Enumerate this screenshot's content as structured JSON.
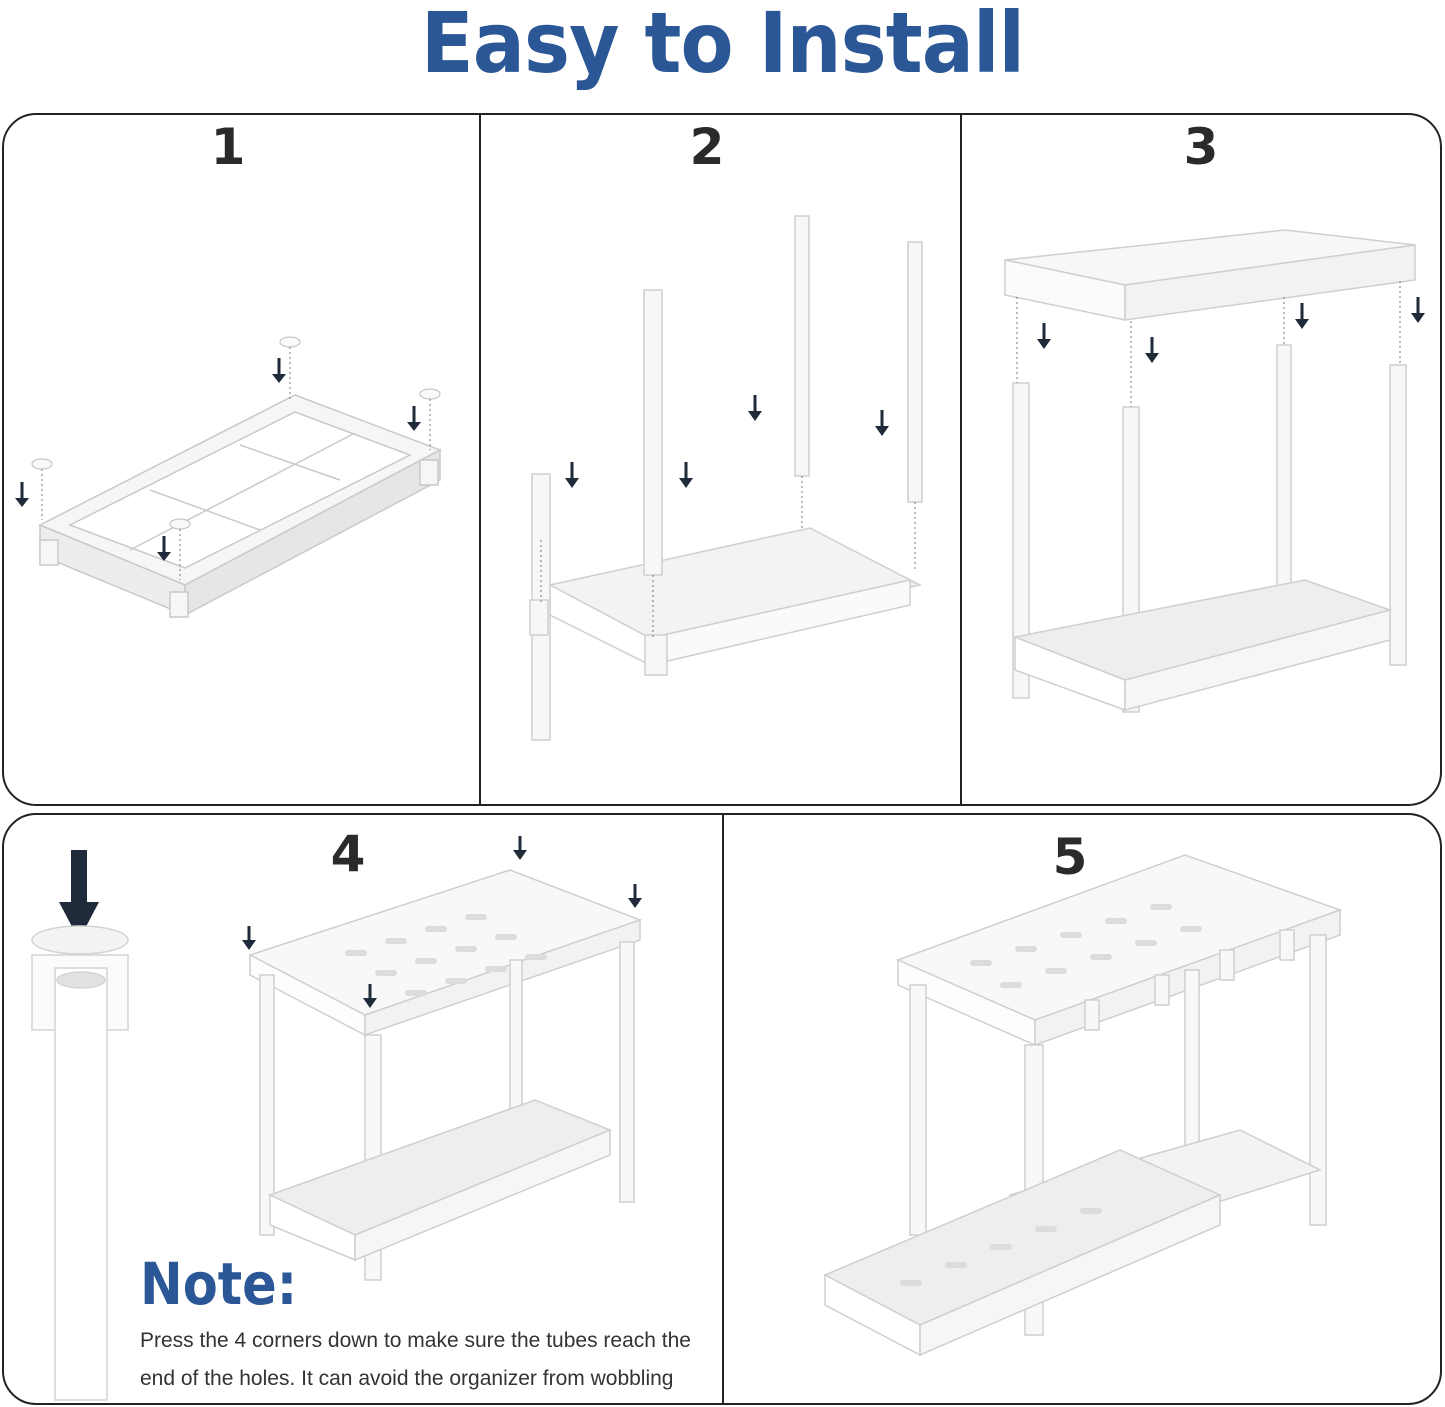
{
  "header": {
    "title": "Easy to Install"
  },
  "steps": [
    {
      "number": "1"
    },
    {
      "number": "2"
    },
    {
      "number": "3"
    },
    {
      "number": "4"
    },
    {
      "number": "5"
    }
  ],
  "note": {
    "title": "Note:",
    "line1": "Press the 4 corners down to make sure the tubes reach the",
    "line2": "end of the holes. It can avoid the organizer from wobbling"
  },
  "colors": {
    "title": "#2b5797",
    "arrow": "#1f2a3a",
    "frame": "#222222"
  }
}
